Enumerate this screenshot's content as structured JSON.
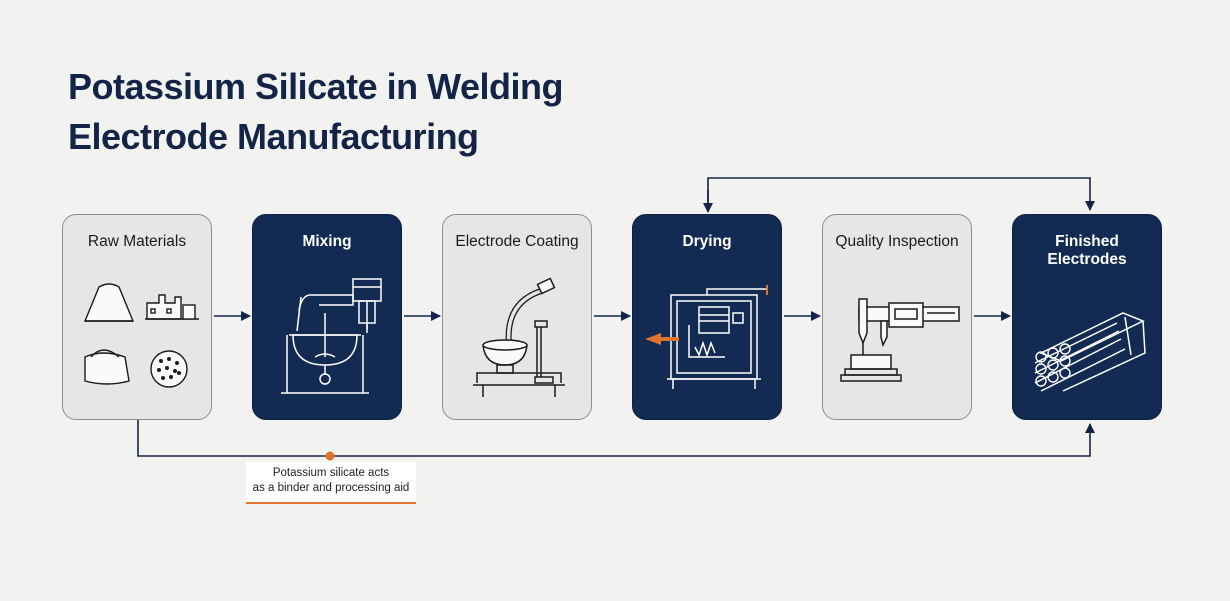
{
  "title": {
    "line1": "Potassium Silicate in Welding",
    "line2": "Electrode Manufacturing"
  },
  "steps": [
    {
      "label": "Raw Materials",
      "theme": "light",
      "icon": "raw-materials-icon"
    },
    {
      "label": "Mixing",
      "theme": "dark",
      "icon": "mixer-icon"
    },
    {
      "label": "Electrode Coating",
      "theme": "light",
      "icon": "coating-machine-icon"
    },
    {
      "label": "Drying",
      "theme": "dark",
      "icon": "drying-oven-icon"
    },
    {
      "label": "Quality Inspection",
      "theme": "light",
      "icon": "caliper-icon"
    },
    {
      "label": "Finished Electrodes",
      "theme": "dark",
      "icon": "electrode-bundle-icon"
    }
  ],
  "note": {
    "line1": "Potassium silicate acts",
    "line2": "as a binder and processing aid"
  },
  "colors": {
    "navy": "#132b52",
    "light_box": "#e6e6e4",
    "accent": "#e0742e",
    "background": "#f2f2f0"
  }
}
